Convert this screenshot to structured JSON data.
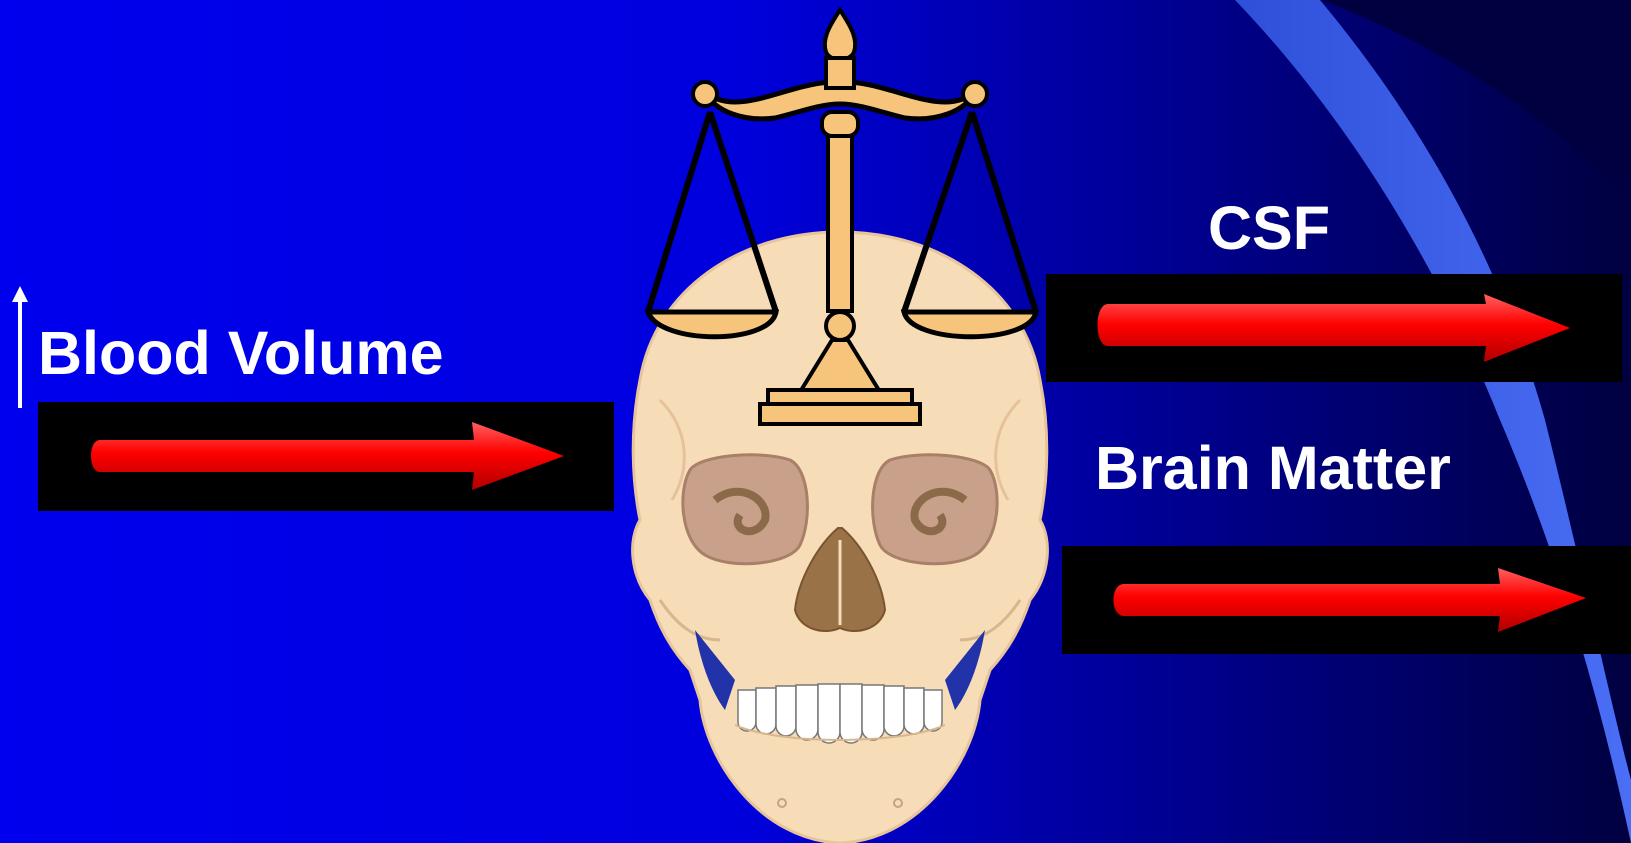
{
  "labels": {
    "blood_volume": "Blood Volume",
    "csf": "CSF",
    "brain_matter": "Brain Matter"
  },
  "indicators": {
    "blood_volume": "increase-up-arrow-icon"
  },
  "colors": {
    "background": "#0000ee",
    "dark_corner": "#000044",
    "swoosh": "#3a5ff0",
    "arrow_red": "#ff0000",
    "arrow_box": "#000000",
    "text": "#ffffff",
    "brass": "#f7c47c",
    "bone": "#f7dcb8"
  }
}
